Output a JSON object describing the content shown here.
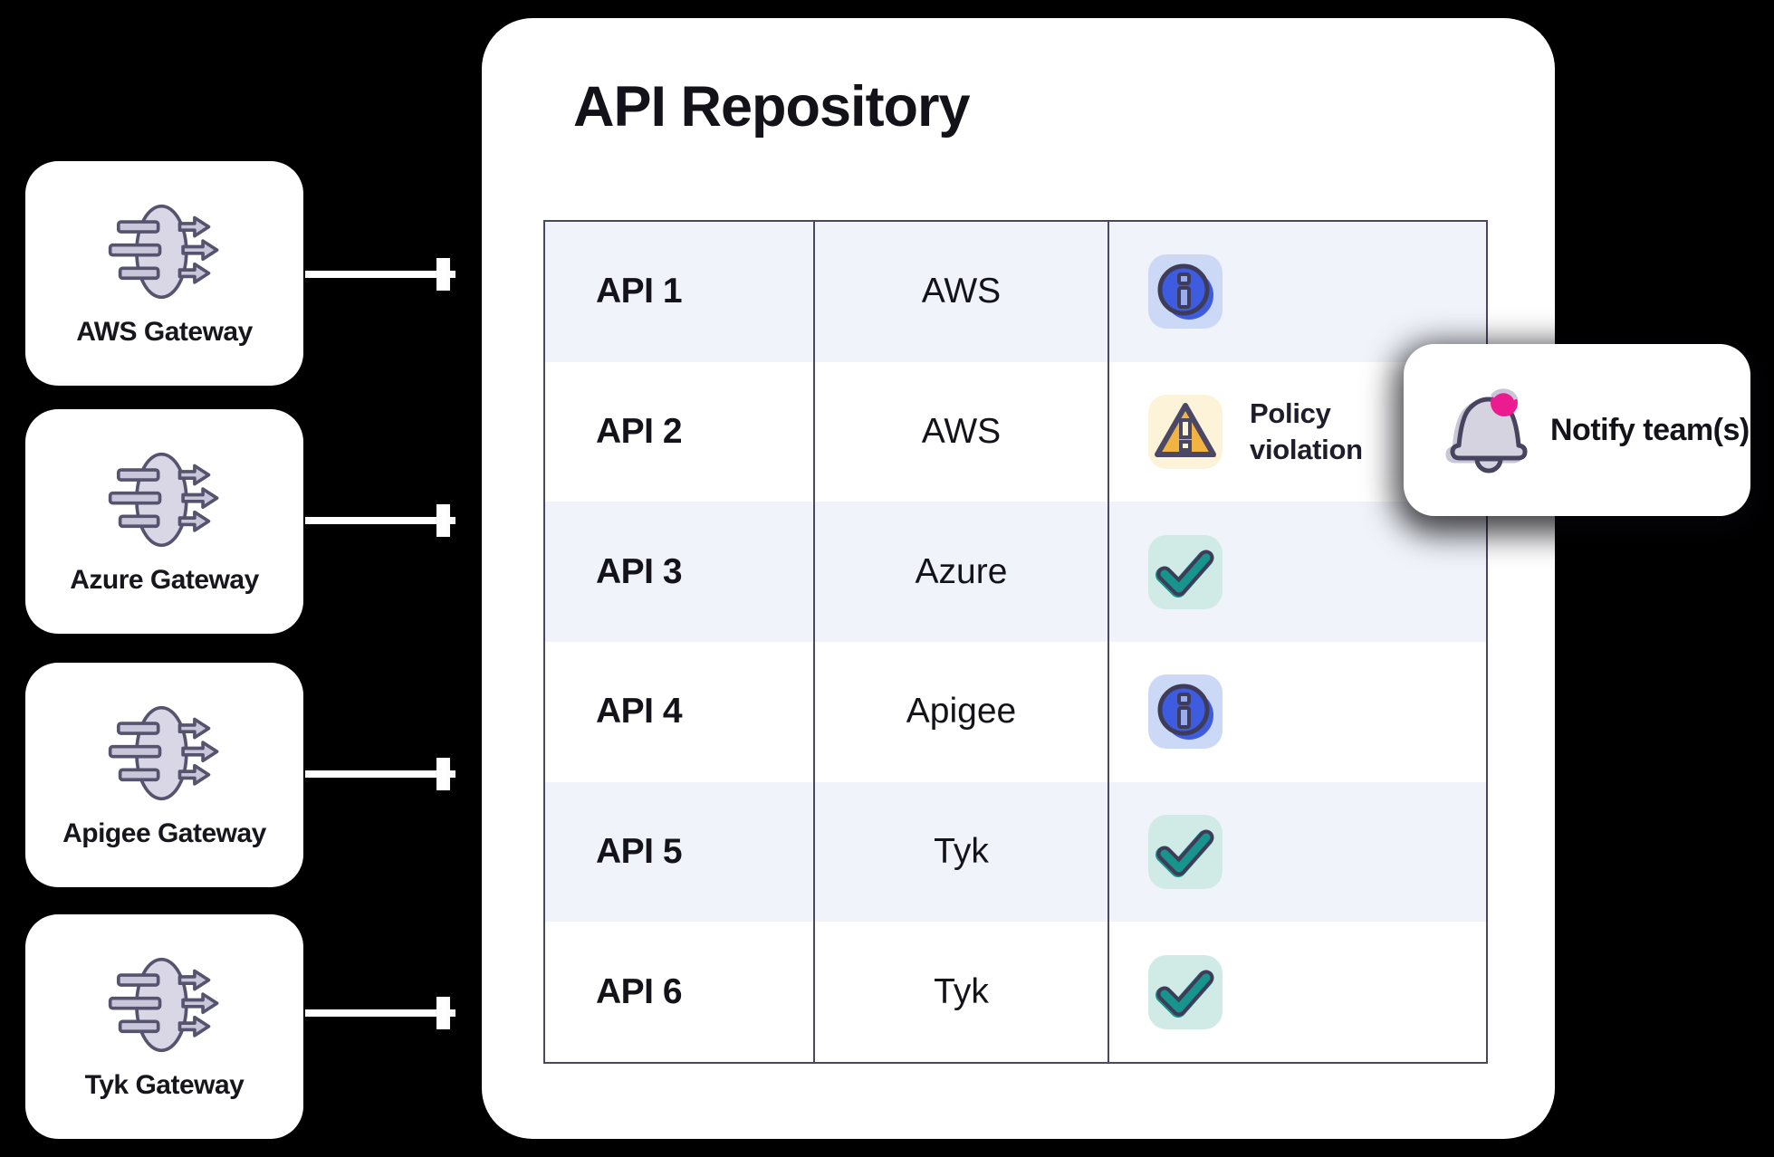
{
  "page": {
    "background": "#000000"
  },
  "gateway_cards": [
    {
      "label": "AWS Gateway",
      "icon": "gateway-icon"
    },
    {
      "label": "Azure Gateway",
      "icon": "gateway-icon"
    },
    {
      "label": "Apigee Gateway",
      "icon": "gateway-icon"
    },
    {
      "label": "Tyk Gateway",
      "icon": "gateway-icon"
    }
  ],
  "repository_panel": {
    "title": "API Repository",
    "table": {
      "rows": [
        {
          "api": "API 1",
          "gateway": "AWS",
          "status": "info",
          "note": ""
        },
        {
          "api": "API 2",
          "gateway": "AWS",
          "status": "warning",
          "note": "Policy violation"
        },
        {
          "api": "API 3",
          "gateway": "Azure",
          "status": "ok",
          "note": ""
        },
        {
          "api": "API 4",
          "gateway": "Apigee",
          "status": "info",
          "note": ""
        },
        {
          "api": "API 5",
          "gateway": "Tyk",
          "status": "ok",
          "note": ""
        },
        {
          "api": "API 6",
          "gateway": "Tyk",
          "status": "ok",
          "note": ""
        }
      ]
    }
  },
  "notify_card": {
    "label": "Notify team(s)",
    "icon": "bell-icon"
  },
  "colors": {
    "info_blue": "#3e5ce0",
    "info_bg": "#ccd9f6",
    "warning_gold": "#f1b441",
    "warning_bg": "#fcf3d8",
    "ok_teal": "#17948c",
    "ok_bg": "#d0eae5",
    "notify_pink": "#ec1c90",
    "icon_lavender": "#d9d6e6",
    "outline_slate": "#4b4865",
    "table_border": "#4a475f",
    "row_alt_bg": "#f0f4fa"
  }
}
